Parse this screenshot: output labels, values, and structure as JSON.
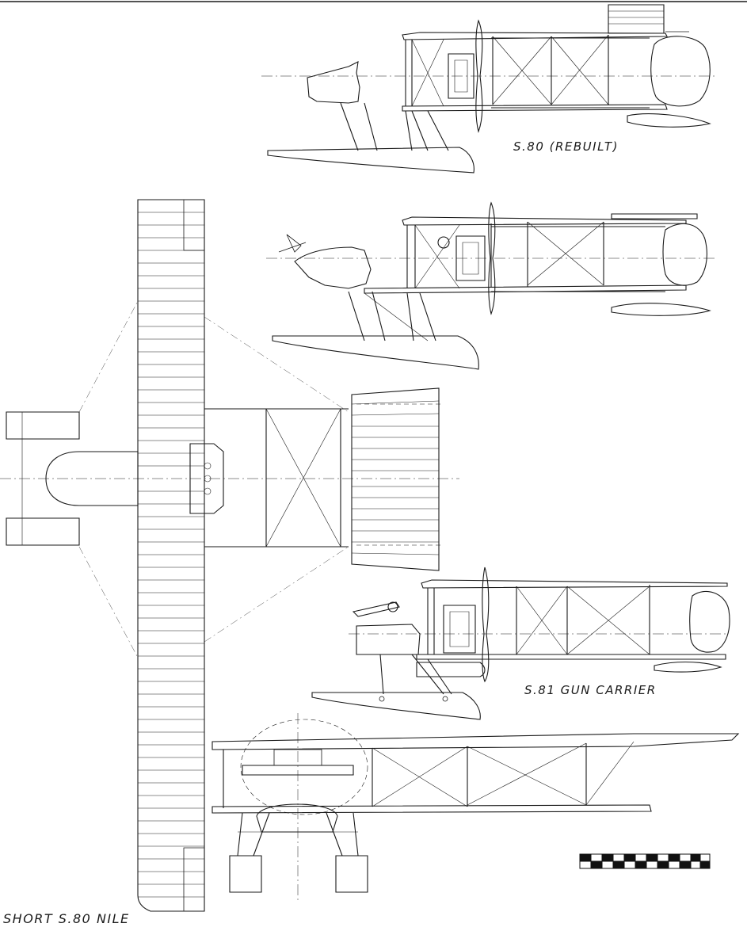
{
  "sheet": {
    "title": "SHORT S.80 NILE",
    "views": [
      {
        "id": "side-s80-rebuilt",
        "caption": "S.80 (REBUILT)"
      },
      {
        "id": "side-s80-original",
        "caption": ""
      },
      {
        "id": "plan-view",
        "caption": ""
      },
      {
        "id": "side-s81",
        "caption": "S.81 GUN CARRIER"
      },
      {
        "id": "front-view",
        "caption": ""
      }
    ]
  },
  "colors": {
    "ink": "#1a1a1a",
    "paper": "#ffffff",
    "scale_dark": "#111111"
  },
  "scale_bar": {
    "segments": 12
  }
}
